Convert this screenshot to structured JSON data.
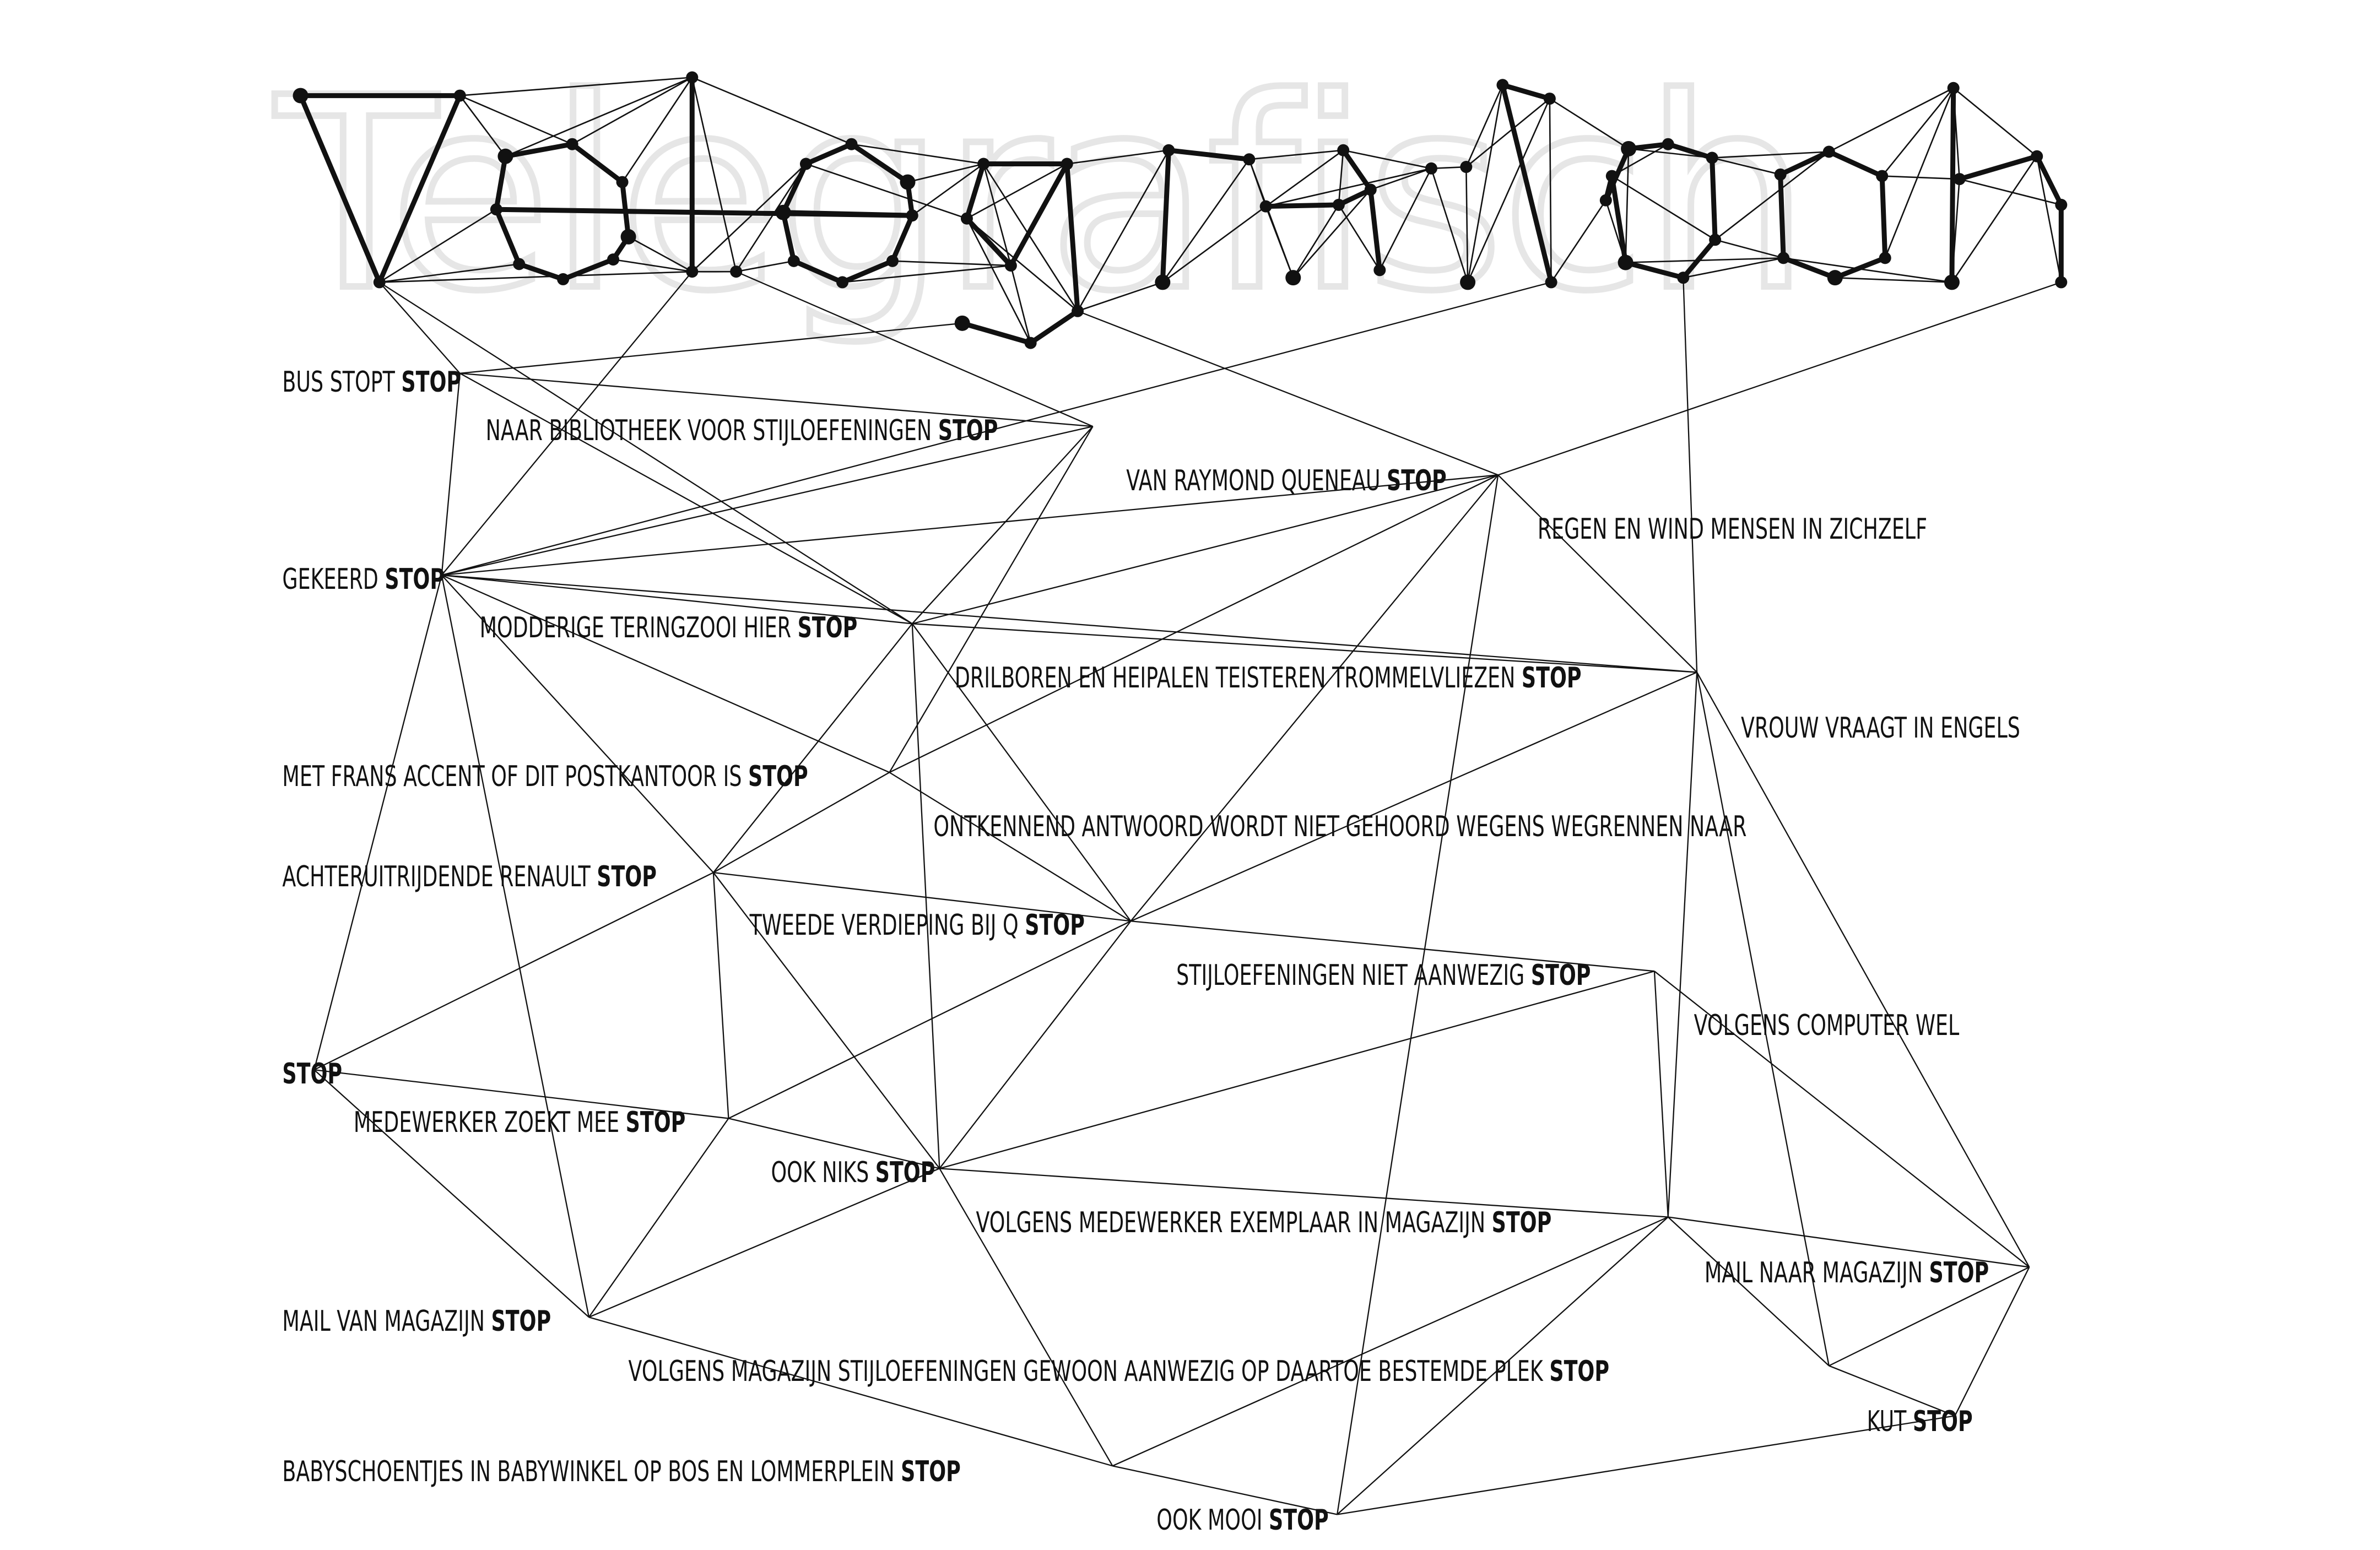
{
  "title": "Telegrafisch",
  "messages": [
    {
      "text": "BUS STOPT",
      "stop": "STOP"
    },
    {
      "text": "NAAR BIBLIOTHEEK VOOR STIJLOEFENINGEN",
      "stop": "STOP"
    },
    {
      "text": "VAN RAYMOND QUENEAU",
      "stop": "STOP"
    },
    {
      "text": "REGEN EN WIND MENSEN IN ZICHZELF",
      "stop": ""
    },
    {
      "text": "GEKEERD",
      "stop": "STOP"
    },
    {
      "text": "MODDERIGE TERINGZOOI HIER",
      "stop": "STOP"
    },
    {
      "text": "DRILBOREN EN HEIPALEN TEISTEREN TROMMELVLIEZEN",
      "stop": "STOP"
    },
    {
      "text": "VROUW VRAAGT IN ENGELS",
      "stop": ""
    },
    {
      "text": "MET FRANS ACCENT OF DIT POSTKANTOOR IS",
      "stop": "STOP"
    },
    {
      "text": "ONTKENNEND ANTWOORD WORDT NIET GEHOORD WEGENS WEGRENNEN NAAR",
      "stop": ""
    },
    {
      "text": "ACHTERUITRIJDENDE RENAULT",
      "stop": "STOP"
    },
    {
      "text": "TWEEDE VERDIEPING BIJ Q",
      "stop": "STOP"
    },
    {
      "text": "STIJLOEFENINGEN NIET AANWEZIG",
      "stop": "STOP"
    },
    {
      "text": "VOLGENS COMPUTER WEL",
      "stop": ""
    },
    {
      "text": "",
      "stop": "STOP"
    },
    {
      "text": "MEDEWERKER ZOEKT MEE",
      "stop": "STOP"
    },
    {
      "text": "OOK NIKS",
      "stop": "STOP"
    },
    {
      "text": "VOLGENS MEDEWERKER EXEMPLAAR IN MAGAZIJN",
      "stop": "STOP"
    },
    {
      "text": "MAIL NAAR MAGAZIJN",
      "stop": "STOP"
    },
    {
      "text": "MAIL VAN MAGAZIJN",
      "stop": "STOP"
    },
    {
      "text": "VOLGENS MAGAZIJN STIJLOEFENINGEN GEWOON AANWEZIG OP DAARTOE BESTEMDE PLEK",
      "stop": "STOP"
    },
    {
      "text": "KUT",
      "stop": "STOP"
    },
    {
      "text": "BABYSCHOENTJES IN BABYWINKEL OP BOS EN LOMMERPLEIN",
      "stop": "STOP"
    },
    {
      "text": "OOK MOOI",
      "stop": "STOP"
    }
  ]
}
